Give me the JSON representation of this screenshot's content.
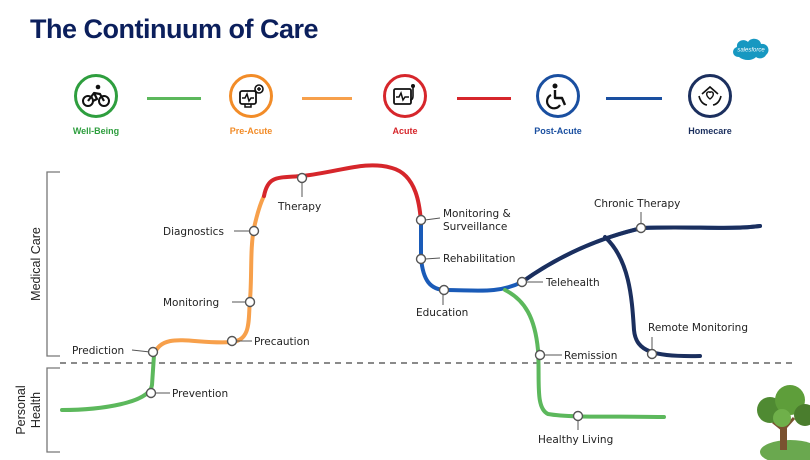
{
  "title": "The Continuum of Care",
  "brand": {
    "text": "salesforce",
    "color": "#1798c1"
  },
  "stages": [
    {
      "id": "well-being",
      "label": "Well-Being",
      "color": "#2e9e3e",
      "icon": "cyclist-icon"
    },
    {
      "id": "pre-acute",
      "label": "Pre-Acute",
      "color": "#f28c28",
      "icon": "patient-monitor-icon"
    },
    {
      "id": "acute",
      "label": "Acute",
      "color": "#d6262b",
      "icon": "ecg-stethoscope-icon"
    },
    {
      "id": "post-acute",
      "label": "Post-Acute",
      "color": "#1a4fa0",
      "icon": "wheelchair-icon"
    },
    {
      "id": "homecare",
      "label": "Homecare",
      "color": "#1b2f5e",
      "icon": "hands-home-heart-icon"
    }
  ],
  "axis": {
    "medical": "Medical Care",
    "personal_line1": "Personal",
    "personal_line2": "Health"
  },
  "points": {
    "prediction": "Prediction",
    "prevention": "Prevention",
    "precaution": "Precaution",
    "monitoring": "Monitoring",
    "diagnostics": "Diagnostics",
    "therapy": "Therapy",
    "monitoring_surveillance_line1": "Monitoring &",
    "monitoring_surveillance_line2": "Surveillance",
    "rehabilitation": "Rehabilitation",
    "education": "Education",
    "telehealth": "Telehealth",
    "chronic_therapy": "Chronic Therapy",
    "remote_monitoring": "Remote Monitoring",
    "remission": "Remission",
    "healthy_living": "Healthy Living"
  }
}
